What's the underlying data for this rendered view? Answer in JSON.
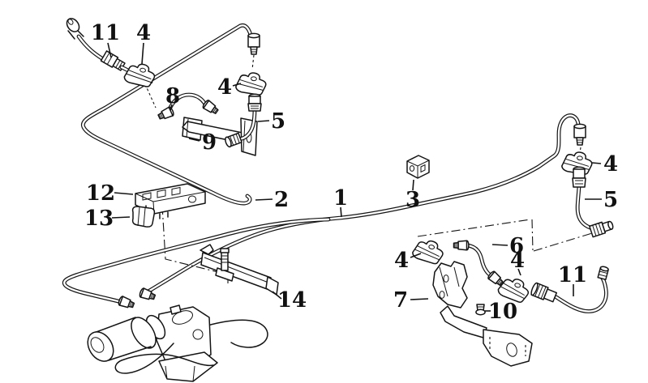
{
  "diagram": {
    "kind": "exploded-parts-line-drawing",
    "subject": "brake pipe and hose routing with ABS hydraulic unit",
    "background_color": "#ffffff",
    "line_color": "#141414",
    "part_numbers_visible": [
      "1",
      "2",
      "3",
      "4",
      "5",
      "6",
      "7",
      "8",
      "9",
      "10",
      "11",
      "12",
      "13",
      "14"
    ],
    "callouts": [
      {
        "label": "11"
      },
      {
        "label": "4"
      },
      {
        "label": "8"
      },
      {
        "label": "4"
      },
      {
        "label": "5"
      },
      {
        "label": "9"
      },
      {
        "label": "12"
      },
      {
        "label": "13"
      },
      {
        "label": "2"
      },
      {
        "label": "1"
      },
      {
        "label": "3"
      },
      {
        "label": "4"
      },
      {
        "label": "5"
      },
      {
        "label": "6"
      },
      {
        "label": "4"
      },
      {
        "label": "4"
      },
      {
        "label": "7"
      },
      {
        "label": "10"
      },
      {
        "label": "11"
      },
      {
        "label": "14"
      }
    ]
  }
}
